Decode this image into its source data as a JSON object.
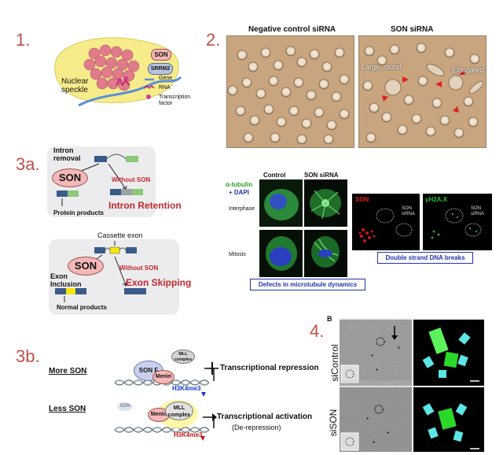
{
  "panels": {
    "p1": "1.",
    "p2": "2.",
    "p3a": "3a.",
    "p3b": "3b.",
    "p4": "4."
  },
  "panel1": {
    "speckle_label": "Nuclear speckle",
    "son": "SON",
    "srrm2": "SRRM2",
    "legend": {
      "gene": "Gene",
      "rna": "RNA",
      "tf": "Transcription factor"
    }
  },
  "panel2": {
    "left_title": "Negative control siRNA",
    "right_title": "SON siRNA",
    "ann_large_round": "Large, round",
    "ann_elongated": "Elongated"
  },
  "panel3a": {
    "intron_removal": "Intron removal",
    "son": "SON",
    "without_son": "Without SON",
    "protein_products": "Protein products",
    "intron_retention": "Intron Retention",
    "cassette_exon": "Cassette exon",
    "exon_inclusion": "Exon Inclusion",
    "without_son2": "Without SON",
    "exon_skipping": "Exon Skipping",
    "normal_products": "Normal products"
  },
  "microtubule": {
    "alpha_tubulin": "α-tubulin",
    "dapi": "+ DAPI",
    "control": "Control",
    "son_sirna": "SON siRNA",
    "interphase": "Interphase",
    "mitosis": "Mitosis",
    "caption": "Defects in microtubule dynamics"
  },
  "dna_breaks": {
    "son": "SON",
    "gh2ax": "γH2A.X",
    "son_sirna": "SON siRNA",
    "caption": "Double strand DNA breaks"
  },
  "panel3b": {
    "more_son": "More SON",
    "less_son": "Less SON",
    "son_f": "SON F",
    "menin": "Menin",
    "mll_complex": "MLL complex",
    "son": "SON",
    "h3k4me3": "H3K4me3",
    "repression": "Transcriptional repression",
    "activation": "Transcriptional activation",
    "derepression": "(De-repression)"
  },
  "panel4": {
    "letter": "B",
    "sicontrol": "siControl",
    "sison": "siSON"
  },
  "colors": {
    "panel_number": "#c0504d",
    "son_pink": "#f4b8b8",
    "highlight_red": "#c0282d",
    "caption_blue": "#2233aa",
    "speckle_yellow": "#f7ec8a"
  }
}
